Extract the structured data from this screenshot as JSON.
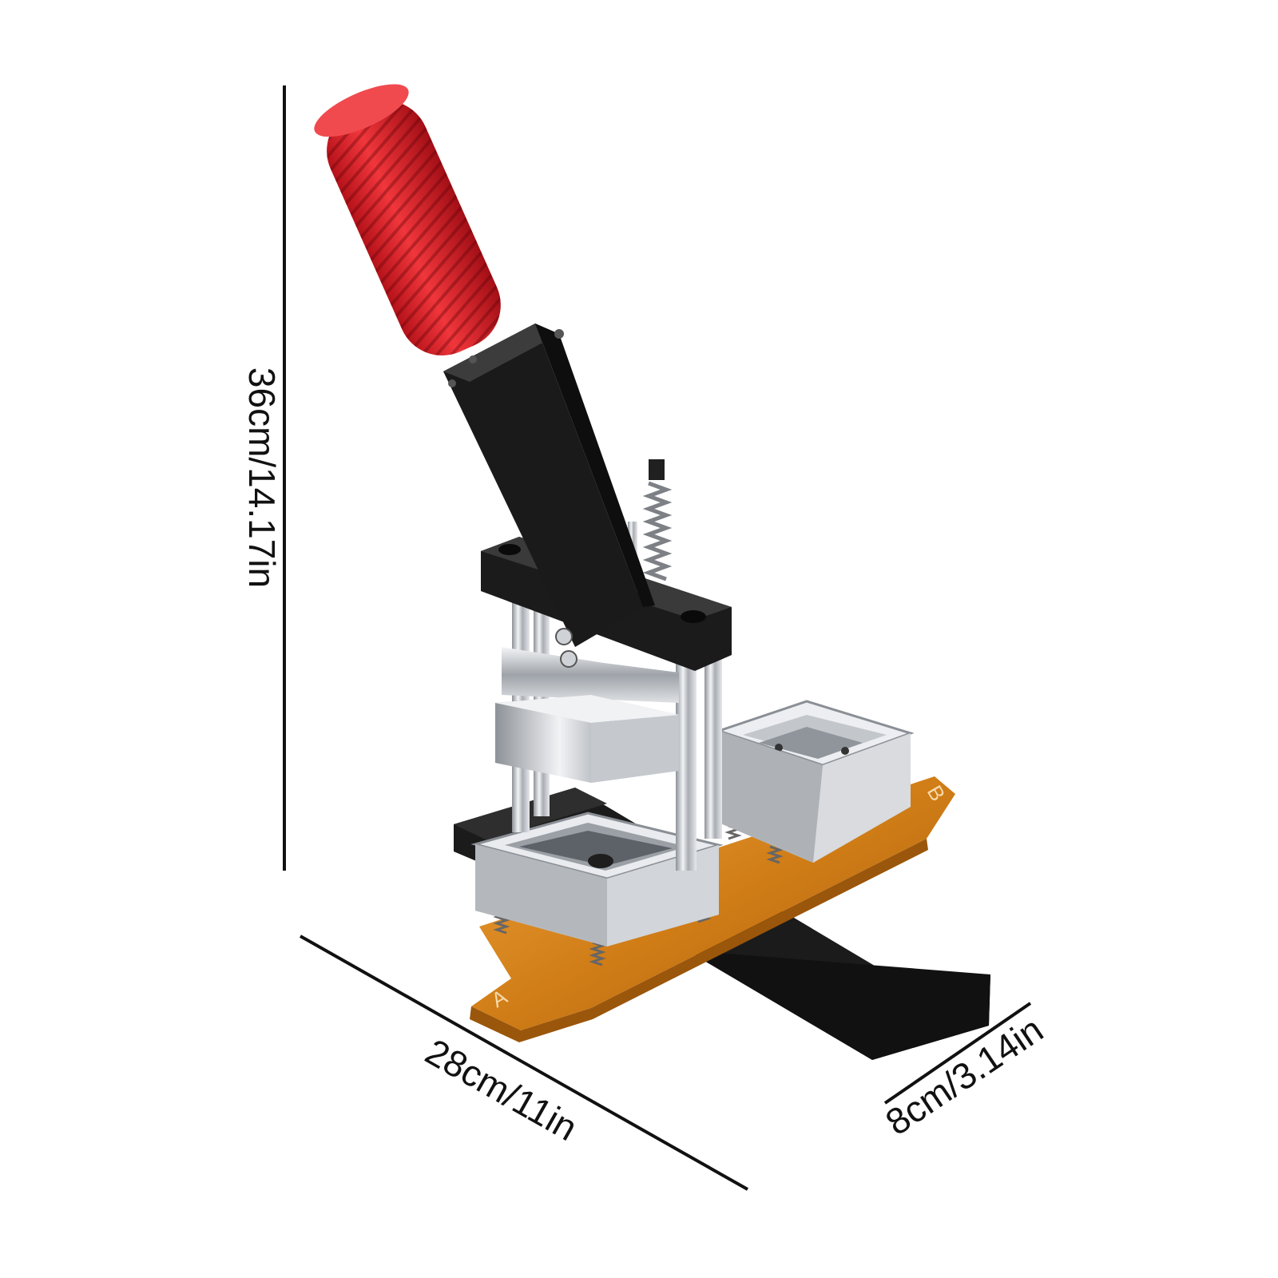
{
  "dimensions": {
    "height": "36cm/14.17in",
    "length": "28cm/11in",
    "width": "8cm/3.14in"
  },
  "die_labels": {
    "a": "A",
    "b": "B"
  },
  "colors": {
    "handle_grip": "#e3242b",
    "lever": "#1a1a1a",
    "base_plate": "#d8861c",
    "foot": "#1b1b1b",
    "chrome": "#c9ccd0",
    "dimension_line": "#111111"
  }
}
